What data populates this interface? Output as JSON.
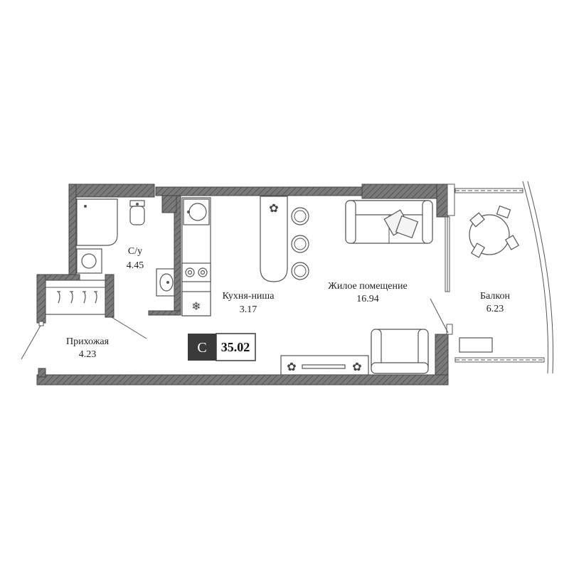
{
  "rooms": {
    "bathroom": {
      "name": "С/у",
      "area": "4.45"
    },
    "hallway": {
      "name": "Прихожая",
      "area": "4.23"
    },
    "kitchen": {
      "name": "Кухня-ниша",
      "area": "3.17"
    },
    "living": {
      "name": "Жилое помещение",
      "area": "16.94"
    },
    "balcony": {
      "name": "Балкон",
      "area": "6.23"
    }
  },
  "badge": {
    "letter": "С",
    "total_area": "35.02"
  },
  "colors": {
    "wall": "#6b6b6b",
    "badge_dark": "#3a3a3a",
    "line": "#555555"
  }
}
